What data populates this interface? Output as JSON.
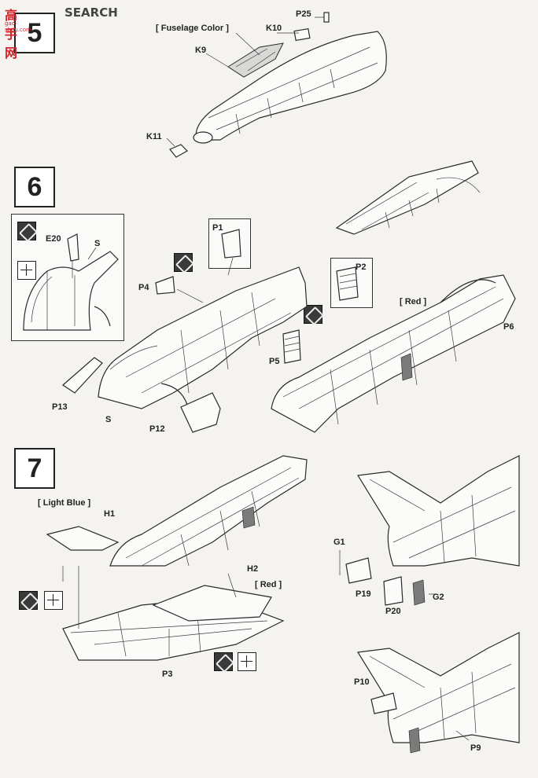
{
  "watermark": {
    "logo": "高手网",
    "small": "gao-shou.com",
    "search": "SEARCH"
  },
  "steps": {
    "step5": "5",
    "step6": "6",
    "step7": "7"
  },
  "callouts": {
    "fuselage_color": "[ Fuselage Color ]",
    "k10": "K10",
    "p25": "P25",
    "k9": "K9",
    "k11": "K11",
    "e20": "E20",
    "s_detail": "S",
    "p1": "P1",
    "p4": "P4",
    "p2": "P2",
    "red6": "[ Red ]",
    "p6": "P6",
    "p5": "P5",
    "p13": "P13",
    "s_main": "S",
    "p12": "P12",
    "light_blue": "[ Light Blue ]",
    "h1": "H1",
    "h2": "H2",
    "red7": "[ Red ]",
    "p3": "P3",
    "g1": "G1",
    "p19": "P19",
    "g2": "G2",
    "p20": "P20",
    "p10": "P10",
    "p9": "P9"
  },
  "icons": {
    "glue": "glue-icon",
    "symmetry": "symmetry-icon"
  }
}
